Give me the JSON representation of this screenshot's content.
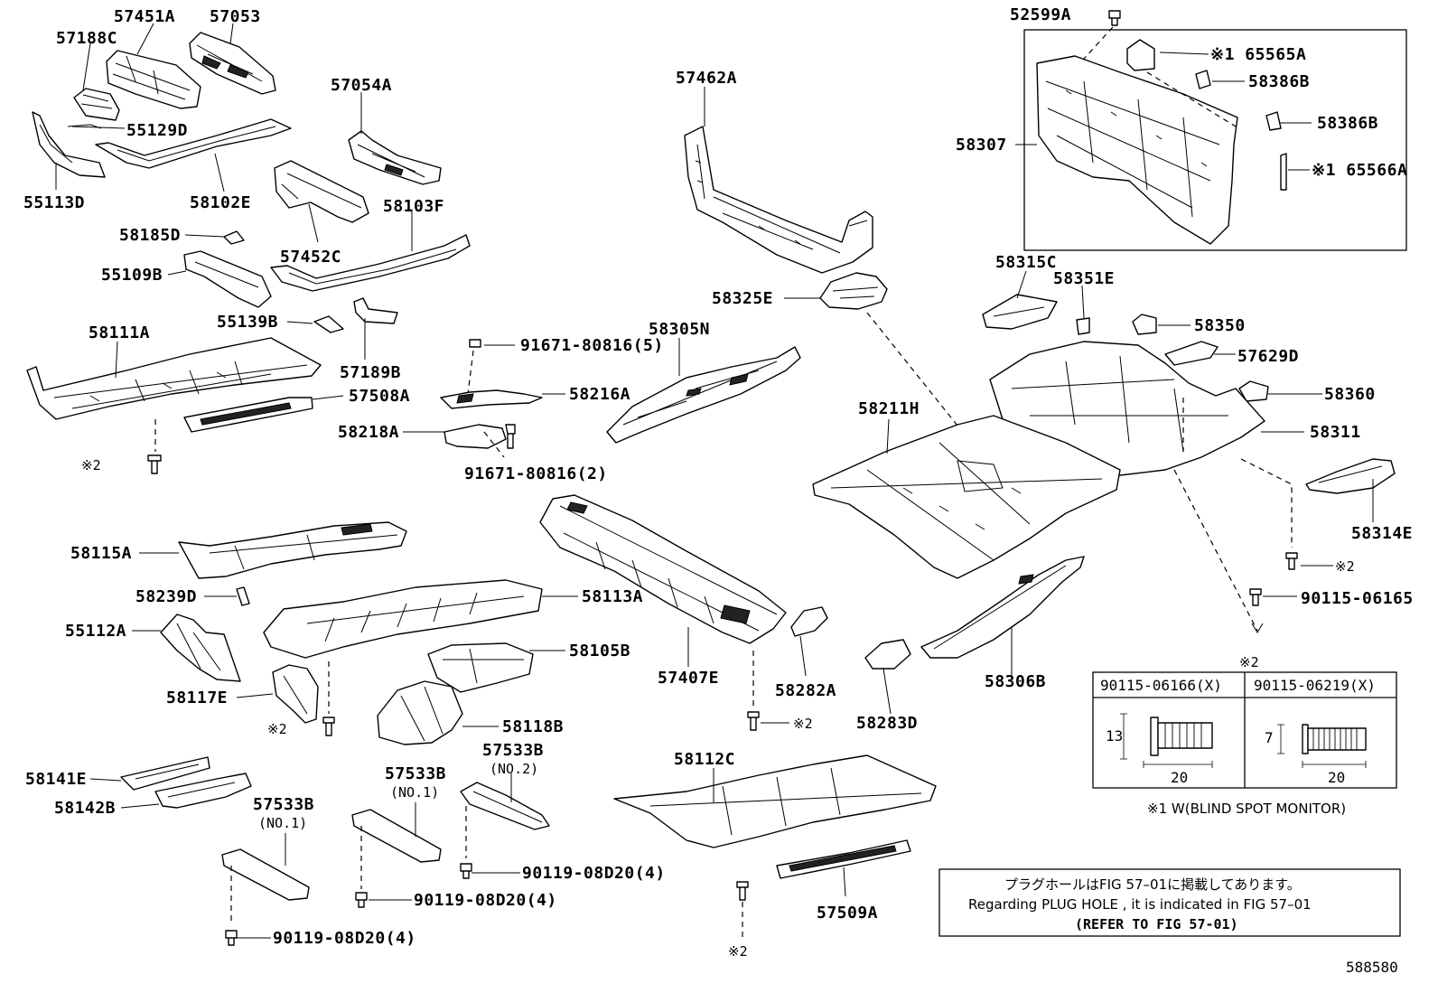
{
  "labels": {
    "p57451A": "57451A",
    "p57053": "57053",
    "p57188C": "57188C",
    "p55129D": "55129D",
    "p55113D": "55113D",
    "p58102E": "58102E",
    "p57054A": "57054A",
    "p58103F": "58103F",
    "p58185D": "58185D",
    "p57452C": "57452C",
    "p55109B": "55109B",
    "p55139B": "55139B",
    "p57189B": "57189B",
    "p58111A": "58111A",
    "p57508A": "57508A",
    "p91671_5": "91671-80816(5)",
    "p58216A": "58216A",
    "p58218A": "58218A",
    "p91671_2": "91671-80816(2)",
    "p58305N": "58305N",
    "p57462A": "57462A",
    "p58325E": "58325E",
    "p52599A": "52599A",
    "p65565A": "※1 65565A",
    "p58386B_1": "58386B",
    "p58386B_2": "58386B",
    "p58307": "58307",
    "p65566A": "※1 65566A",
    "p58315C": "58315C",
    "p58351E": "58351E",
    "p58350": "58350",
    "p57629D": "57629D",
    "p58360": "58360",
    "p58311": "58311",
    "p58211H": "58211H",
    "p58314E": "58314E",
    "p90115_06165": "90115-06165",
    "p58115A": "58115A",
    "p58239D": "58239D",
    "p58113A": "58113A",
    "p55112A": "55112A",
    "p58105B": "58105B",
    "p57407E": "57407E",
    "p58282A": "58282A",
    "p58117E": "58117E",
    "p58283D": "58283D",
    "p58306B": "58306B",
    "p58118B": "58118B",
    "p57533B_2": "57533B",
    "p57533B_2_sub": "(NO.2)",
    "p58141E": "58141E",
    "p58142B": "58142B",
    "p57533B_1a": "57533B",
    "p57533B_1a_sub": "(NO.1)",
    "p57533B_1b": "57533B",
    "p57533B_1b_sub": "(NO.1)",
    "p58112C": "58112C",
    "p90119_a": "90119-08D20(4)",
    "p90119_b": "90119-08D20(4)",
    "p90119_c": "90119-08D20(4)",
    "p57509A": "57509A",
    "mark2_a": "※2",
    "mark2_b": "※2",
    "mark2_c": "※2",
    "mark2_d": "※2",
    "mark2_e": "※2",
    "mark2_f": "※2"
  },
  "fastener_table": {
    "marker": "※2",
    "columns": [
      "90115-06166(X)",
      "90115-06219(X)"
    ],
    "dimensions": {
      "col1_height": "13",
      "col1_length": "20",
      "col2_height": "7",
      "col2_length": "20"
    }
  },
  "footnote_1": "※1 W(BLIND SPOT MONITOR)",
  "notice": {
    "line_jp": "プラグホールはFIG 57–01に掲載してあります。",
    "line_en": "Regarding PLUG HOLE , it is indicated in FIG 57–01",
    "line_ref": "(REFER TO FIG 57-01)"
  },
  "figure_id": "588580"
}
